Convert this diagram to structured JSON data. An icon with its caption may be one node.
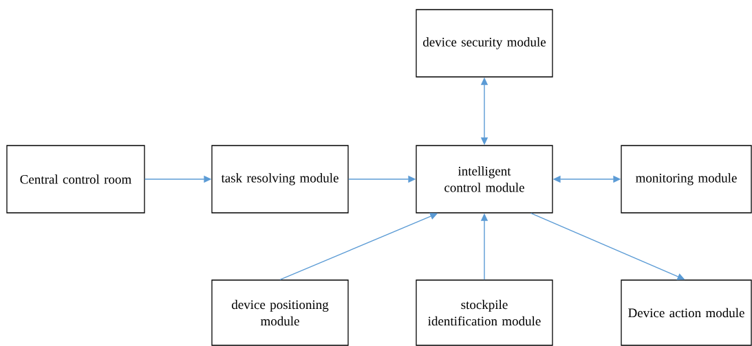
{
  "diagram": {
    "nodes": [
      {
        "text": [
          "device security module"
        ]
      },
      {
        "text": [
          "Central control room"
        ]
      },
      {
        "text": [
          "task resolving module"
        ]
      },
      {
        "text": [
          "intelligent control module"
        ]
      },
      {
        "text": [
          "monitoring module"
        ]
      },
      {
        "text": [
          "device positioning module"
        ]
      },
      {
        "text": [
          "stockpile identification module"
        ]
      },
      {
        "text": [
          "Device action module"
        ]
      }
    ],
    "edges": [
      {
        "from": 1,
        "to": 2,
        "arrow": "to"
      },
      {
        "from": 2,
        "to": 3,
        "arrow": "to"
      },
      {
        "from": 3,
        "to": 0,
        "arrow": "both"
      },
      {
        "from": 3,
        "to": 4,
        "arrow": "both"
      },
      {
        "from": 5,
        "to": 3,
        "arrow": "to"
      },
      {
        "from": 6,
        "to": 3,
        "arrow": "to"
      },
      {
        "from": 3,
        "to": 7,
        "arrow": "to"
      }
    ]
  }
}
